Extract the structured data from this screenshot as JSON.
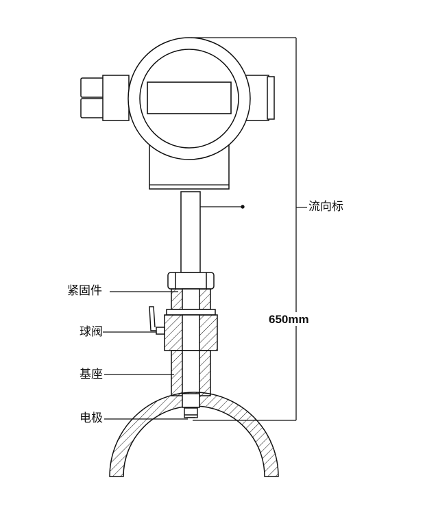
{
  "labels": {
    "flow_mark": "流向标",
    "fastener": "紧固件",
    "ball_valve": "球阀",
    "base": "基座",
    "electrode": "电极"
  },
  "dimension": {
    "length": "650mm"
  }
}
